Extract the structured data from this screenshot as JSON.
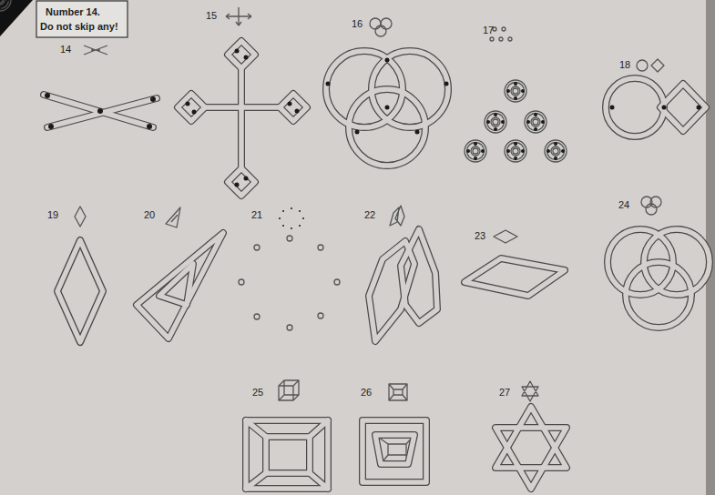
{
  "diagram": {
    "labels": [
      "Number 14.",
      "Do not skip any!",
      "14",
      "15",
      "16",
      "17",
      "18",
      "19",
      "20",
      "21",
      "22",
      "23",
      "24",
      "25",
      "26",
      "27"
    ]
  }
}
